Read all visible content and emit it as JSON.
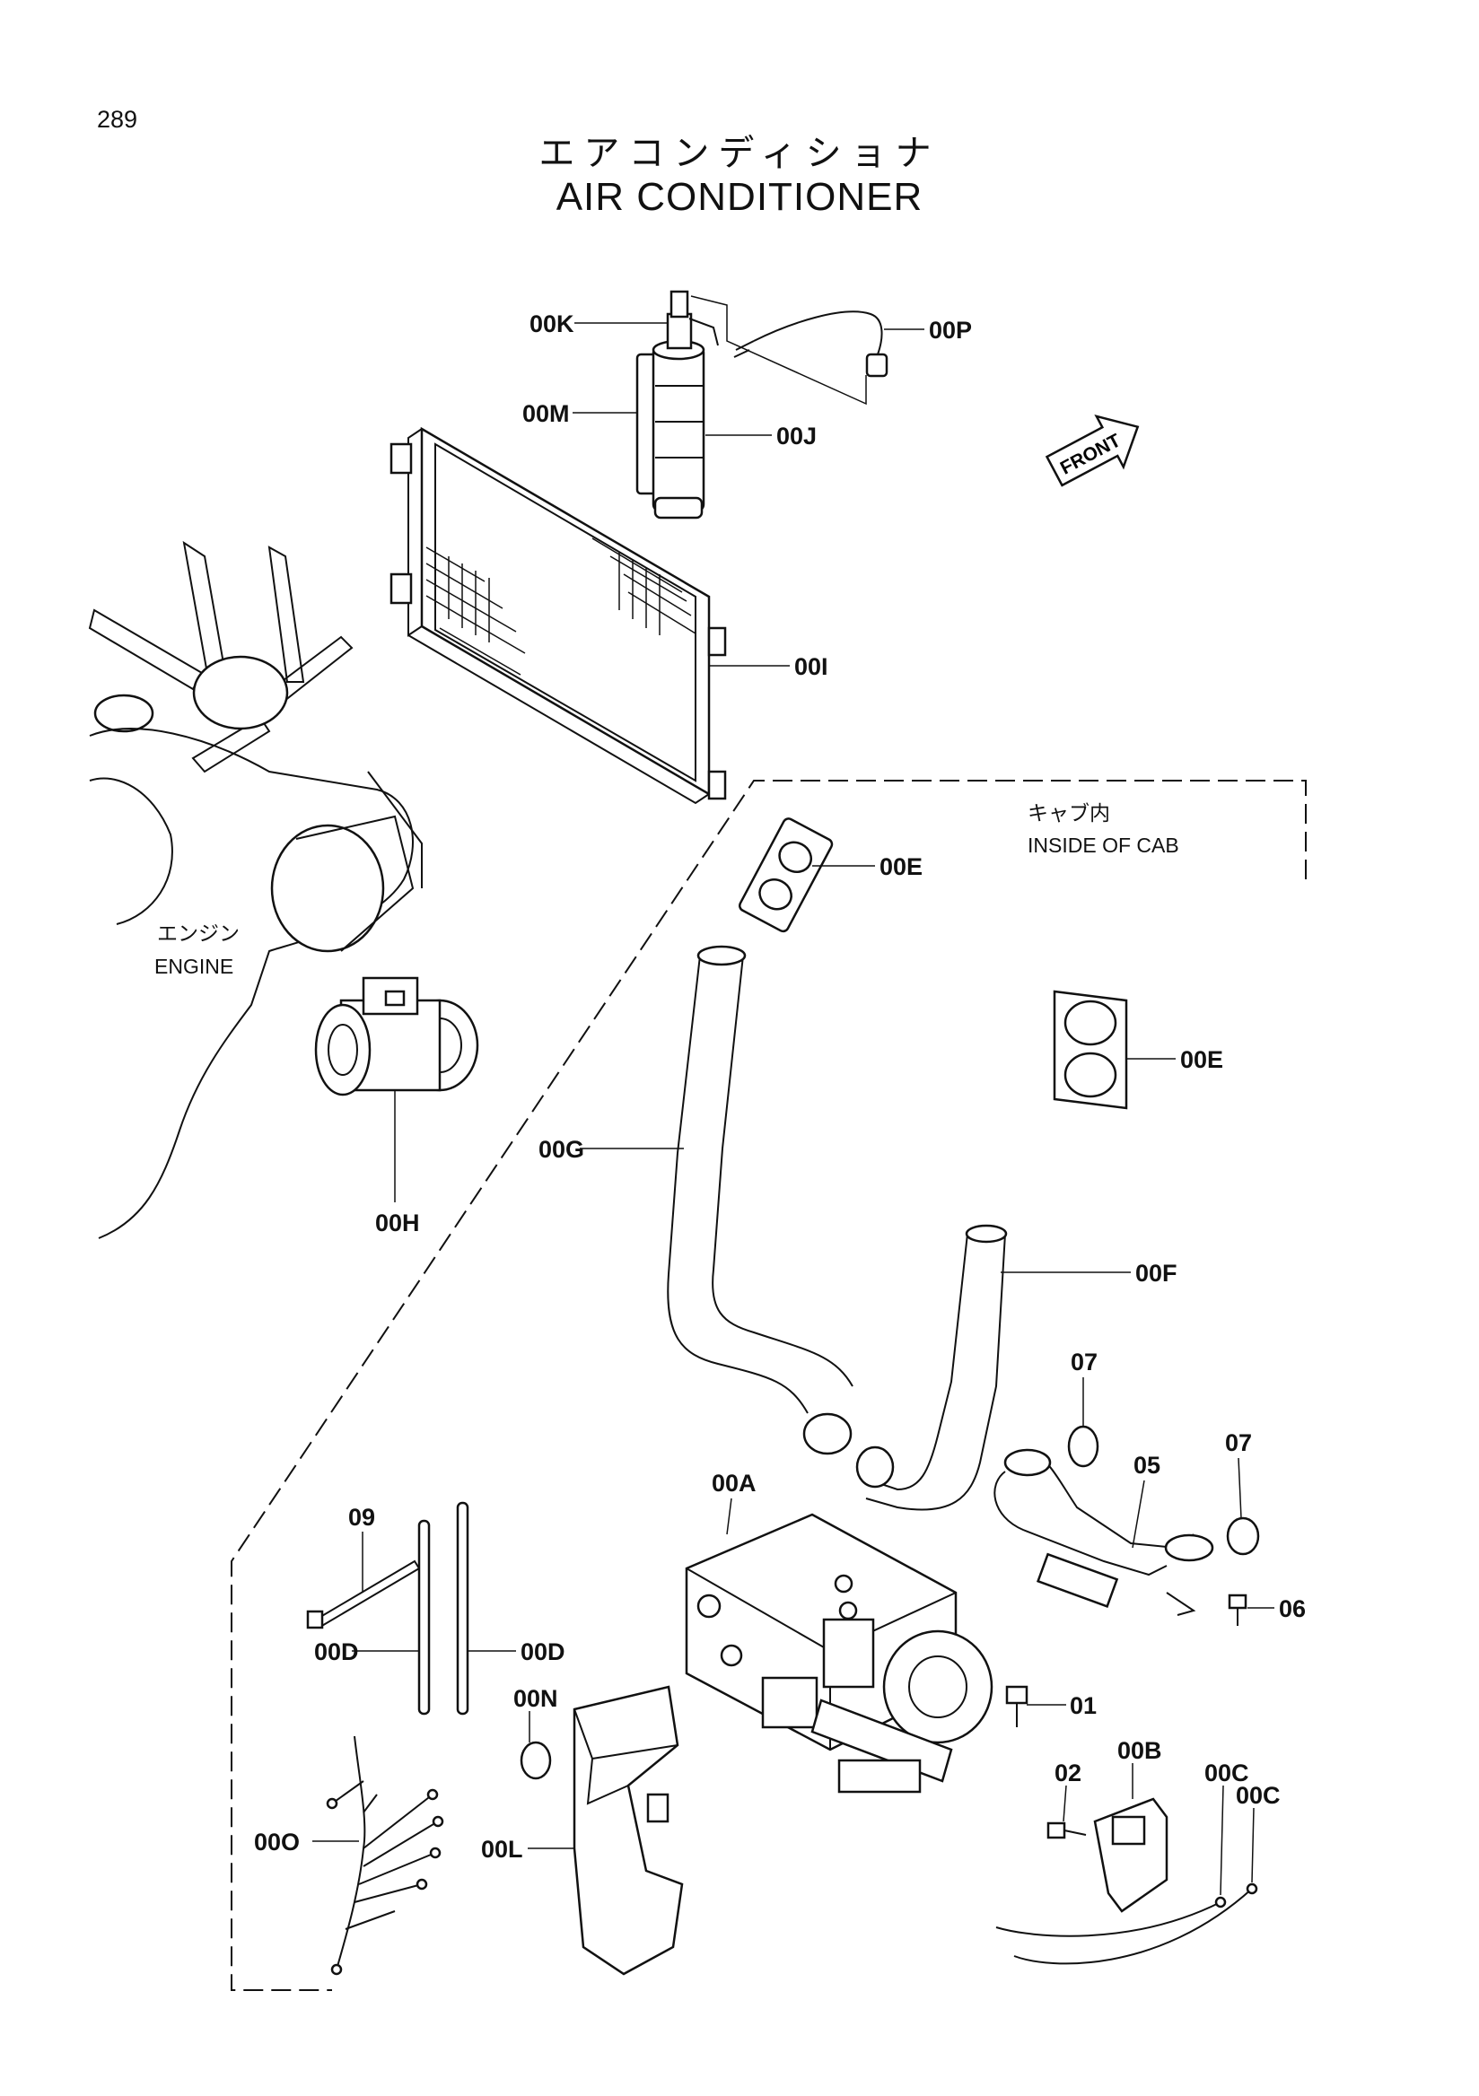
{
  "page_number": "289",
  "title_jp": "エアコンディショナ",
  "title_en": "AIR CONDITIONER",
  "front_label": "FRONT",
  "engine": {
    "label_jp": "エンジン",
    "label_en": "ENGINE"
  },
  "cab": {
    "label_jp": "キャブ内",
    "label_en": "INSIDE OF CAB"
  },
  "callouts": {
    "k": "00K",
    "p": "00P",
    "m": "00M",
    "j": "00J",
    "i": "00I",
    "e1": "00E",
    "e2": "00E",
    "g": "00G",
    "h": "00H",
    "f": "00F",
    "c07a": "07",
    "c07b": "07",
    "c05": "05",
    "c06": "06",
    "a": "00A",
    "c09": "09",
    "d1": "00D",
    "d2": "00D",
    "n": "00N",
    "c01": "01",
    "c02": "02",
    "b": "00B",
    "c1": "00C",
    "c2": "00C",
    "o": "00O",
    "l": "00L"
  }
}
